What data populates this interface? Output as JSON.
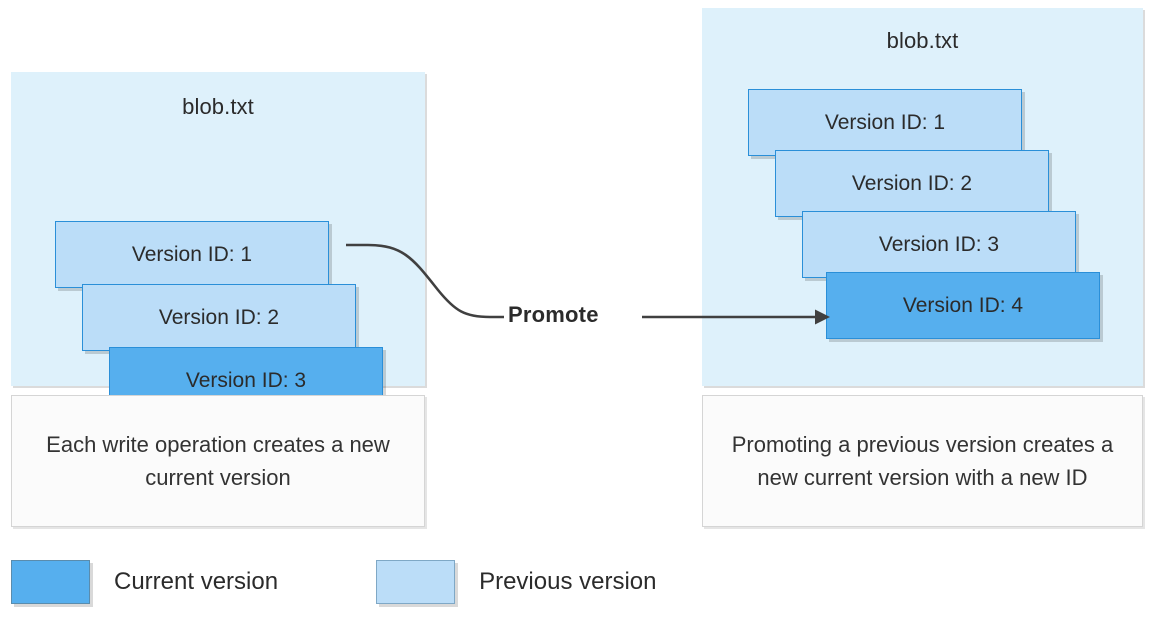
{
  "diagram": {
    "title_hidden": "",
    "promote_label": "Promote",
    "colors": {
      "panel_background": "#DEF1FB",
      "current_version": "#56AFEE",
      "previous_version": "#BBDDF8",
      "card_border": "#2A8FD8",
      "caption_background": "#FBFBFB",
      "caption_border": "#D5D5D5",
      "connector_line": "#404040",
      "text": "#2B2B2B"
    }
  },
  "left_panel": {
    "title": "blob.txt",
    "versions": [
      {
        "label": "Version ID: 1",
        "state": "previous"
      },
      {
        "label": "Version ID: 2",
        "state": "previous"
      },
      {
        "label": "Version ID: 3",
        "state": "current"
      }
    ],
    "caption": "Each write operation creates a new current version"
  },
  "right_panel": {
    "title": "blob.txt",
    "versions": [
      {
        "label": "Version ID: 1",
        "state": "previous"
      },
      {
        "label": "Version ID: 2",
        "state": "previous"
      },
      {
        "label": "Version ID: 3",
        "state": "previous"
      },
      {
        "label": "Version ID: 4",
        "state": "current"
      }
    ],
    "caption": "Promoting a previous version creates a new current version with a new ID"
  },
  "legend": {
    "items": [
      {
        "label": "Current version",
        "color": "#56AFEE"
      },
      {
        "label": "Previous version",
        "color": "#BBDDF8"
      }
    ]
  }
}
